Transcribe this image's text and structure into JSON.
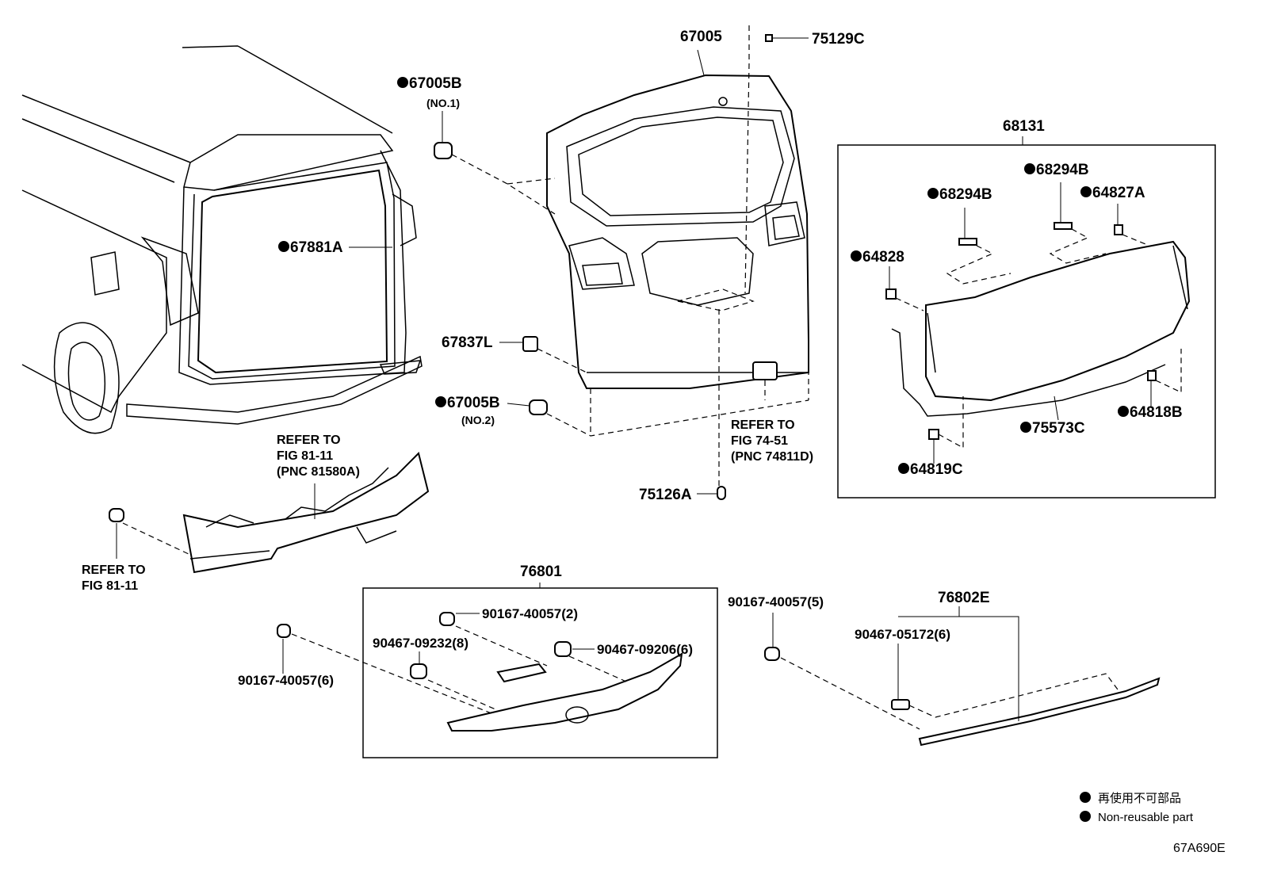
{
  "parts": {
    "p67005": "67005",
    "p75129C": "75129C",
    "p67005B_1": "67005B",
    "p67005B_1_sub": "(NO.1)",
    "p67881A": "67881A",
    "p67837L": "67837L",
    "p67005B_2": "67005B",
    "p67005B_2_sub": "(NO.2)",
    "p75126A": "75126A",
    "p68131": "68131",
    "p68294B_a": "68294B",
    "p68294B_b": "68294B",
    "p64827A": "64827A",
    "p64828": "64828",
    "p75573C": "75573C",
    "p64818B": "64818B",
    "p64819C": "64819C",
    "p76801": "76801",
    "p90167_40057_2": "90167-40057(2)",
    "p90467_09232_8": "90467-09232(8)",
    "p90467_09206_6": "90467-09206(6)",
    "p90167_40057_6": "90167-40057(6)",
    "p90167_40057_5": "90167-40057(5)",
    "p76802E": "76802E",
    "p90467_05172_6": "90467-05172(6)"
  },
  "refs": {
    "ref_bumper": [
      "REFER TO",
      "FIG 81-11",
      "(PNC 81580A)"
    ],
    "ref_clip": [
      "REFER TO",
      "FIG 81-11"
    ],
    "ref_lamp": [
      "REFER TO",
      "FIG 74-51",
      "(PNC 74811D)"
    ]
  },
  "legend": {
    "line1": "再使用不可部品",
    "line2": "Non-reusable part"
  },
  "figure_code": "67A690E"
}
